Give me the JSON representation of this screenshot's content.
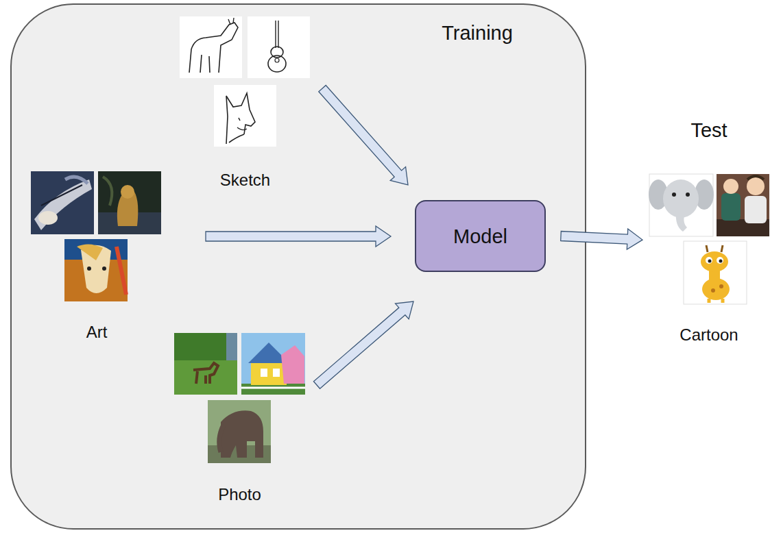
{
  "diagram": {
    "nodes": [
      {
        "text": [
          "Training"
        ]
      },
      {
        "text": [
          "Sketch"
        ],
        "in": 0
      },
      {
        "text": [
          "Art"
        ],
        "in": 0
      },
      {
        "text": [
          "Photo"
        ],
        "in": 0
      },
      {
        "text": [
          "Model"
        ],
        "in": 0
      },
      {
        "text": [
          "Test",
          "Cartoon"
        ]
      }
    ],
    "edges": [
      {
        "from": 1,
        "to": 4,
        "arrow": "to"
      },
      {
        "from": 2,
        "to": 4,
        "arrow": "to"
      },
      {
        "from": 3,
        "to": 4,
        "arrow": "to"
      },
      {
        "from": 4,
        "to": 5,
        "arrow": "to"
      }
    ]
  }
}
